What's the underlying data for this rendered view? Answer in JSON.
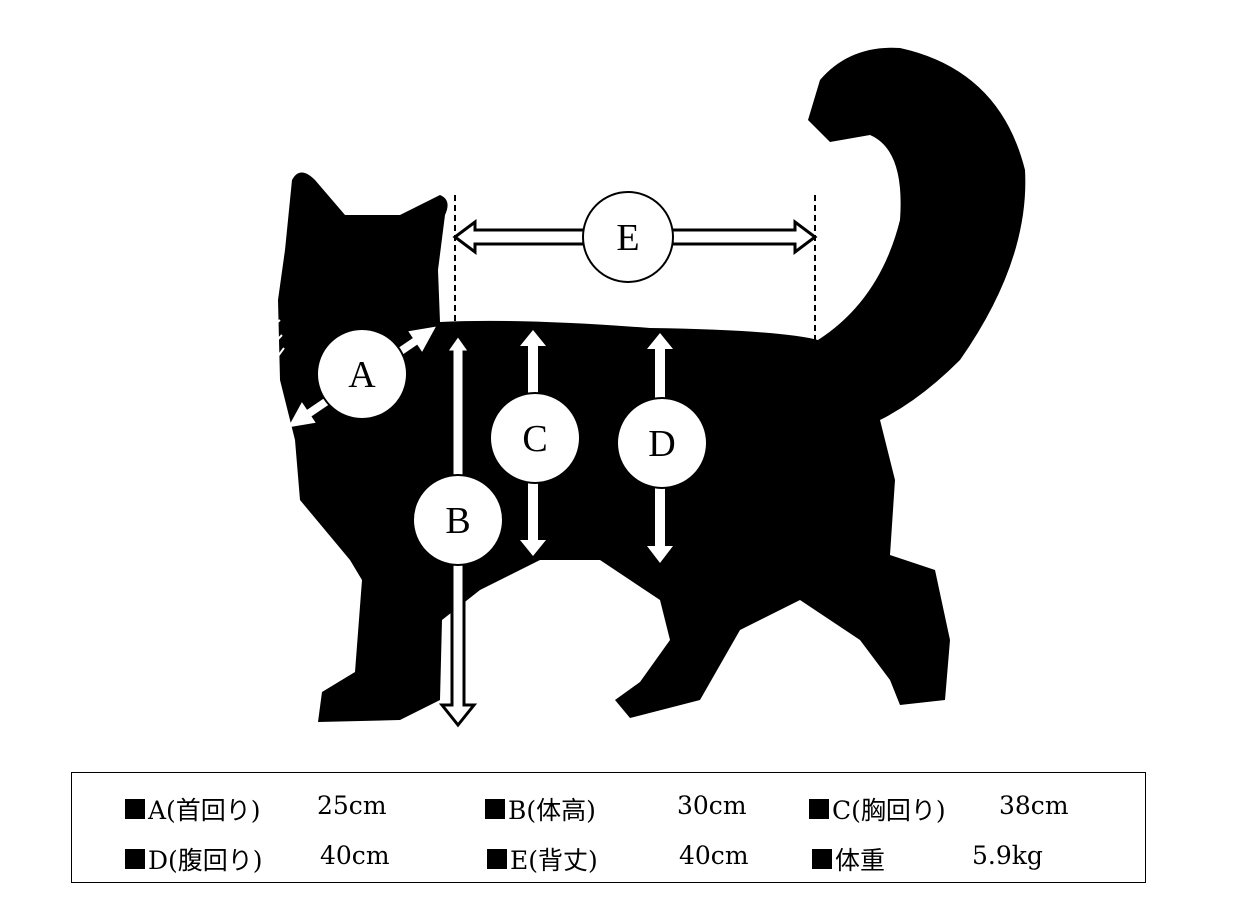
{
  "markers": {
    "a": "A",
    "b": "B",
    "c": "C",
    "d": "D",
    "e": "E"
  },
  "legend": [
    {
      "label": "A(首回り)",
      "value": "25cm"
    },
    {
      "label": "B(体高)",
      "value": "30cm"
    },
    {
      "label": "C(胸回り)",
      "value": "38cm"
    },
    {
      "label": "D(腹回り)",
      "value": "40cm"
    },
    {
      "label": "E(背丈)",
      "value": "40cm"
    },
    {
      "label": "体重",
      "value": "5.9kg"
    }
  ]
}
